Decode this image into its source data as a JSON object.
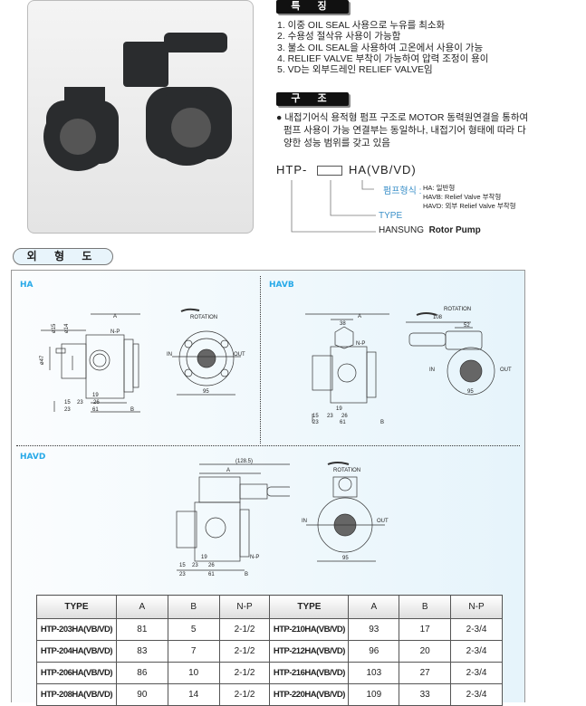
{
  "features": {
    "title": "특 징",
    "items": [
      "1.  이중 OIL SEAL 사용으로 누유를 최소화",
      "2.  수용성 절삭유 사용이 가능함",
      "3.  불소 OIL SEAL을 사용하여 고온에서 사용이 가능",
      "4.  RELIEF VALVE 부착이 가능하여 압력 조정이 용이",
      "5.   VD는 외부드레인 RELIEF VALVE임"
    ]
  },
  "structure": {
    "title": "구 조",
    "text": "내접기어식 용적형 펌프 구조로 MOTOR 동력원연결을 통하여 펌프 사용이 가능 연결부는 동일하나, 내접기어 형태에 따라 다양한 성능 범위를 갖고 있음"
  },
  "model_code": {
    "prefix": "HTP-",
    "suffix": "HA(VB/VD)",
    "pump_type_label": "펌프형식 :",
    "pump_types": [
      "HA: 일반형",
      "HAVB: Relief Valve 부착형",
      "HAVD: 외부 Relief Valve 부착형"
    ],
    "type_label": "TYPE",
    "brand_a": "HANSUNG",
    "brand_b": "Rotor Pump"
  },
  "outline": {
    "title": "외 형 도"
  },
  "drawings": {
    "ha": {
      "label": "HA"
    },
    "havb": {
      "label": "HAVB"
    },
    "havd": {
      "label": "HAVD"
    },
    "dims": {
      "a": "A",
      "b": "B",
      "np": "N-P",
      "d15": "15",
      "d23": "23",
      "d26": "26",
      "d19": "19",
      "d61": "61",
      "d95": "95",
      "d38": "38",
      "d108": "108",
      "d52": "52",
      "d1285": "(128.5)",
      "rotation": "ROTATION",
      "in": "IN",
      "out": "OUT",
      "phi47": "ø47",
      "phi15": "ø15",
      "phi14": "ø14"
    }
  },
  "table": {
    "headers": [
      "TYPE",
      "A",
      "B",
      "N-P",
      "TYPE",
      "A",
      "B",
      "N-P"
    ],
    "rows": [
      [
        "HTP-203HA(VB/VD)",
        "81",
        "5",
        "2-1/2",
        "HTP-210HA(VB/VD)",
        "93",
        "17",
        "2-3/4"
      ],
      [
        "HTP-204HA(VB/VD)",
        "83",
        "7",
        "2-1/2",
        "HTP-212HA(VB/VD)",
        "96",
        "20",
        "2-3/4"
      ],
      [
        "HTP-206HA(VB/VD)",
        "86",
        "10",
        "2-1/2",
        "HTP-216HA(VB/VD)",
        "103",
        "27",
        "2-3/4"
      ],
      [
        "HTP-208HA(VB/VD)",
        "90",
        "14",
        "2-1/2",
        "HTP-220HA(VB/VD)",
        "109",
        "33",
        "2-3/4"
      ]
    ]
  }
}
